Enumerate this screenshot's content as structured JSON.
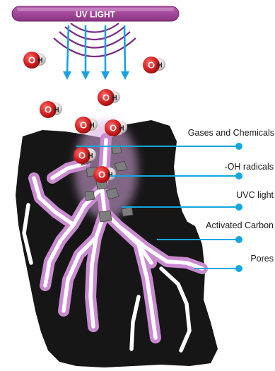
{
  "header": {
    "uv_label": "UV LIGHT"
  },
  "molecule": {
    "oxygen": "O",
    "hydrogen": "H"
  },
  "callouts": [
    {
      "id": "gases",
      "label": "Gases and Chemicals"
    },
    {
      "id": "oh",
      "label": "-OH radicals"
    },
    {
      "id": "uvc",
      "label": "UVC light"
    },
    {
      "id": "carbon",
      "label": "Activated Carbon"
    },
    {
      "id": "pores",
      "label": "Pores"
    }
  ],
  "colors": {
    "uv_bar": "#9c3f93",
    "uv_waves": "#7a2f86",
    "uv_arrows": "#19a3dc",
    "leader_lines": "#13a7df",
    "carbon": "#161616",
    "pores_purple": "#c98ad0",
    "pores_white": "#ffffff",
    "oxygen": "#cf1f1f",
    "hydrogen": "#d9d9d9"
  }
}
